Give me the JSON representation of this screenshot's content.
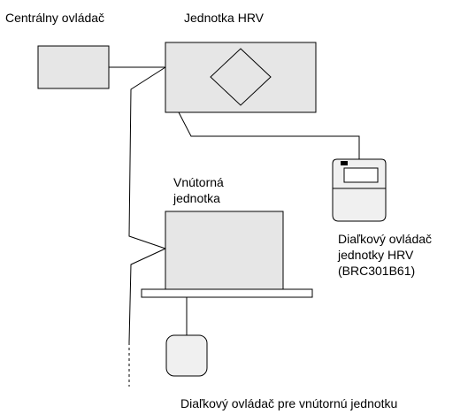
{
  "colors": {
    "box_fill": "#e6e6e6",
    "stroke": "#000000",
    "remote_fill": "#f0f0f0",
    "remote_bar": "#000000"
  },
  "labels": {
    "central_controller": "Centrálny ovládač",
    "hrv_unit": "Jednotka HRV",
    "indoor_unit_line1": "Vnútorná",
    "indoor_unit_line2": "jednotka",
    "hrv_remote_line1": "Diaľkový ovládač",
    "hrv_remote_line2": "jednotky HRV",
    "hrv_remote_line3": "(BRC301B61)",
    "indoor_remote": "Diaľkový ovládač pre vnútornú jednotku"
  }
}
